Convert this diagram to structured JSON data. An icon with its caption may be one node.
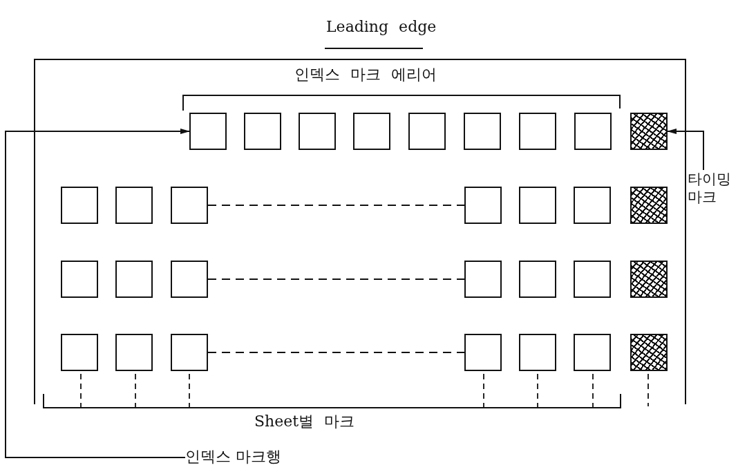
{
  "diagram": {
    "nodes": [
      {
        "text": [],
        "shape": "box"
      },
      {
        "text": [],
        "shape": "box"
      },
      {
        "text": [],
        "shape": "box"
      },
      {
        "text": [],
        "shape": "box"
      },
      {
        "text": [],
        "shape": "box"
      },
      {
        "text": [],
        "shape": "box"
      },
      {
        "text": [],
        "shape": "box"
      },
      {
        "text": [],
        "shape": "box"
      },
      {
        "text": [],
        "shape": "box"
      },
      {
        "text": [
          "타이밍 마크"
        ]
      },
      {
        "text": [],
        "shape": "box"
      },
      {
        "text": [],
        "shape": "box"
      },
      {
        "text": [],
        "shape": "box"
      },
      {
        "text": [],
        "shape": "box"
      },
      {
        "text": [],
        "shape": "box"
      },
      {
        "text": [],
        "shape": "box"
      },
      {
        "text": [],
        "shape": "box"
      },
      {
        "text": [],
        "shape": "box"
      },
      {
        "text": [],
        "shape": "box"
      },
      {
        "text": [],
        "shape": "box"
      },
      {
        "text": [],
        "shape": "box"
      },
      {
        "text": [],
        "shape": "box"
      },
      {
        "text": [],
        "shape": "box"
      },
      {
        "text": [],
        "shape": "box"
      },
      {
        "text": [],
        "shape": "box"
      },
      {
        "text": [],
        "shape": "box"
      },
      {
        "text": [],
        "shape": "box"
      },
      {
        "text": [],
        "shape": "box"
      },
      {
        "text": [],
        "shape": "box"
      },
      {
        "text": [],
        "shape": "box"
      },
      {
        "text": [],
        "shape": "box"
      },
      {
        "text": [
          "인덱스 마크행"
        ]
      }
    ],
    "edges": [
      {
        "from": 31,
        "to": 0,
        "arrow": "to"
      },
      {
        "from": 9,
        "to": 8,
        "arrow": "to"
      },
      {
        "from": 12,
        "to": 13,
        "arrow": "none",
        "style": "dashed"
      },
      {
        "from": 19,
        "to": 20,
        "arrow": "none",
        "style": "dashed"
      },
      {
        "from": 26,
        "to": 27,
        "arrow": "none",
        "style": "dashed"
      }
    ],
    "labels": [
      "Leading edge",
      "인덱스 마크 에리어",
      "Sheet별 마크"
    ]
  }
}
